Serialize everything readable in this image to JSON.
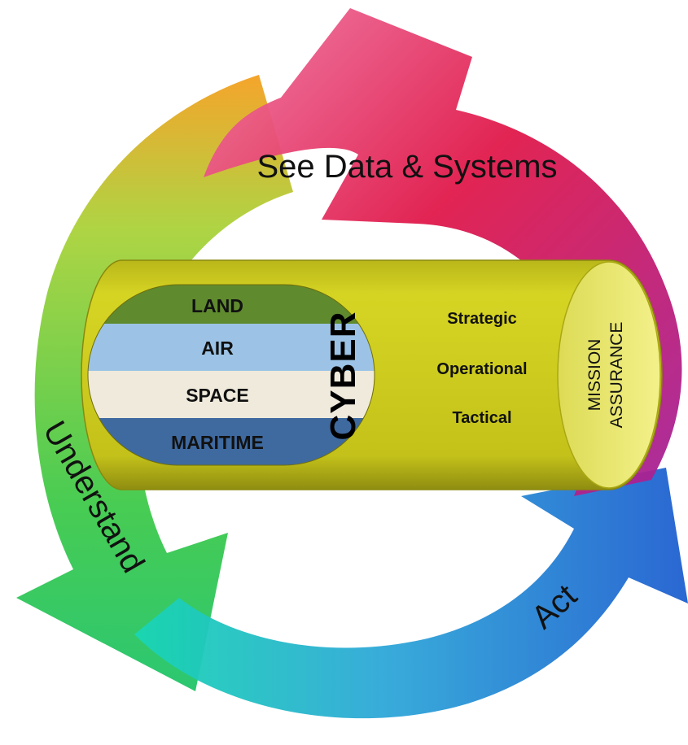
{
  "cycle": {
    "see": "See Data & Systems",
    "understand": "Understand",
    "act": "Act"
  },
  "domains": {
    "land": "LAND",
    "air": "AIR",
    "space": "SPACE",
    "maritime": "MARITIME",
    "cyber": "CYBER"
  },
  "levels": {
    "strategic": "Strategic",
    "operational": "Operational",
    "tactical": "Tactical"
  },
  "mission": {
    "line1": "MISSION",
    "line2": "ASSURANCE"
  },
  "colors": {
    "arrow_red": "#e0194a",
    "arrow_green": "#3ec94a",
    "arrow_blue": "#1f6fd0",
    "cylinder": "#c9c71a",
    "land": "#5f8a2e",
    "air": "#9cc3e6",
    "space": "#efeadb",
    "maritime": "#3f6aa0"
  }
}
